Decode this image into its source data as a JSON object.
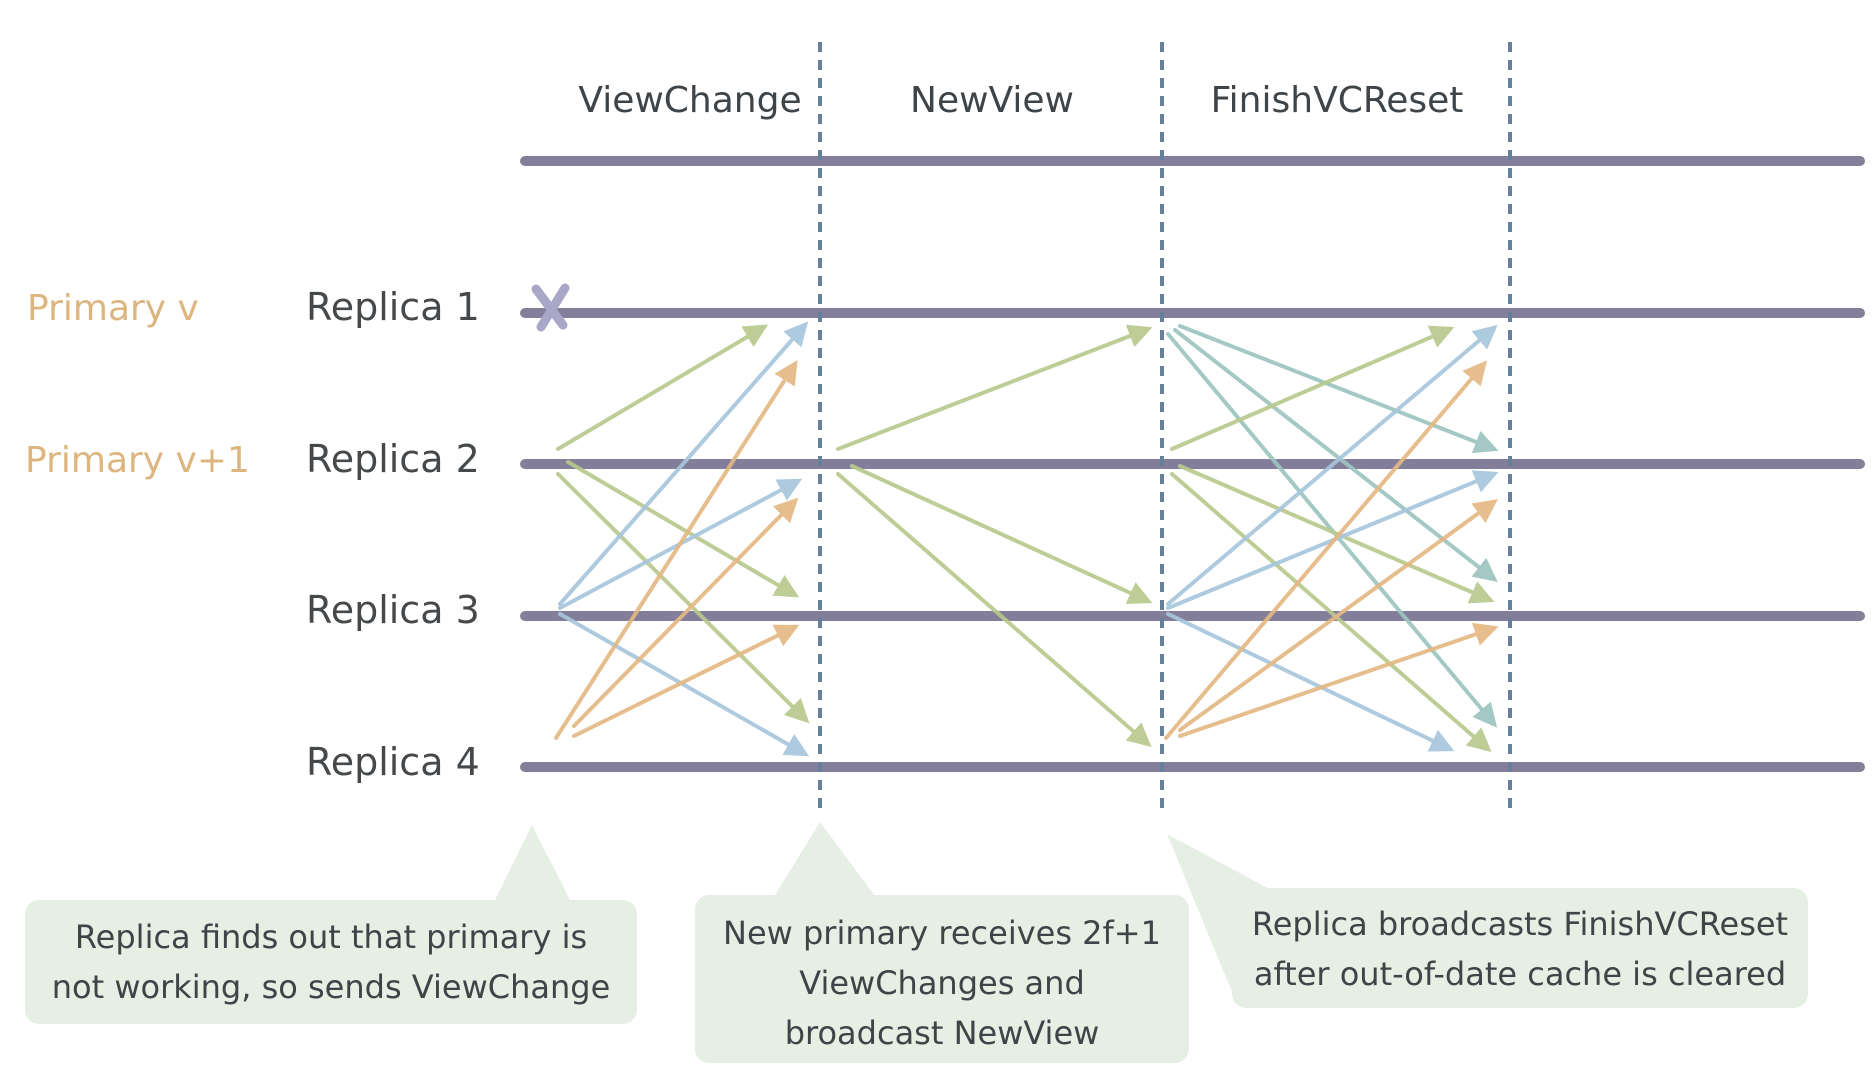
{
  "phases": [
    "ViewChange",
    "NewView",
    "FinishVCReset"
  ],
  "replicas": [
    "Replica 1",
    "Replica 2",
    "Replica 3",
    "Replica 4"
  ],
  "primaries": {
    "v": "Primary v",
    "v1": "Primary v+1"
  },
  "callouts": [
    {
      "lines": [
        "Replica finds out that primary is",
        "not working, so sends ViewChange"
      ]
    },
    {
      "lines": [
        "New primary receives 2f+1",
        "ViewChanges and",
        "broadcast NewView"
      ]
    },
    {
      "lines": [
        "Replica broadcasts FinishVCReset",
        "after out-of-date cache is cleared"
      ]
    }
  ],
  "colors": {
    "timeline": "#7d7895",
    "divider": "#64809a",
    "primary_text": "#dcb57f",
    "callout_bg": "#e6efe4",
    "failure_mark": "#a9a7c8",
    "replica1_msg": "#9dbbd4",
    "replica2_msg": "#b9c98e",
    "replica3_msg": "#a7c6dd",
    "replica4_msg": "#e4b883",
    "finish_r1_msg": "#9dc5bf"
  }
}
